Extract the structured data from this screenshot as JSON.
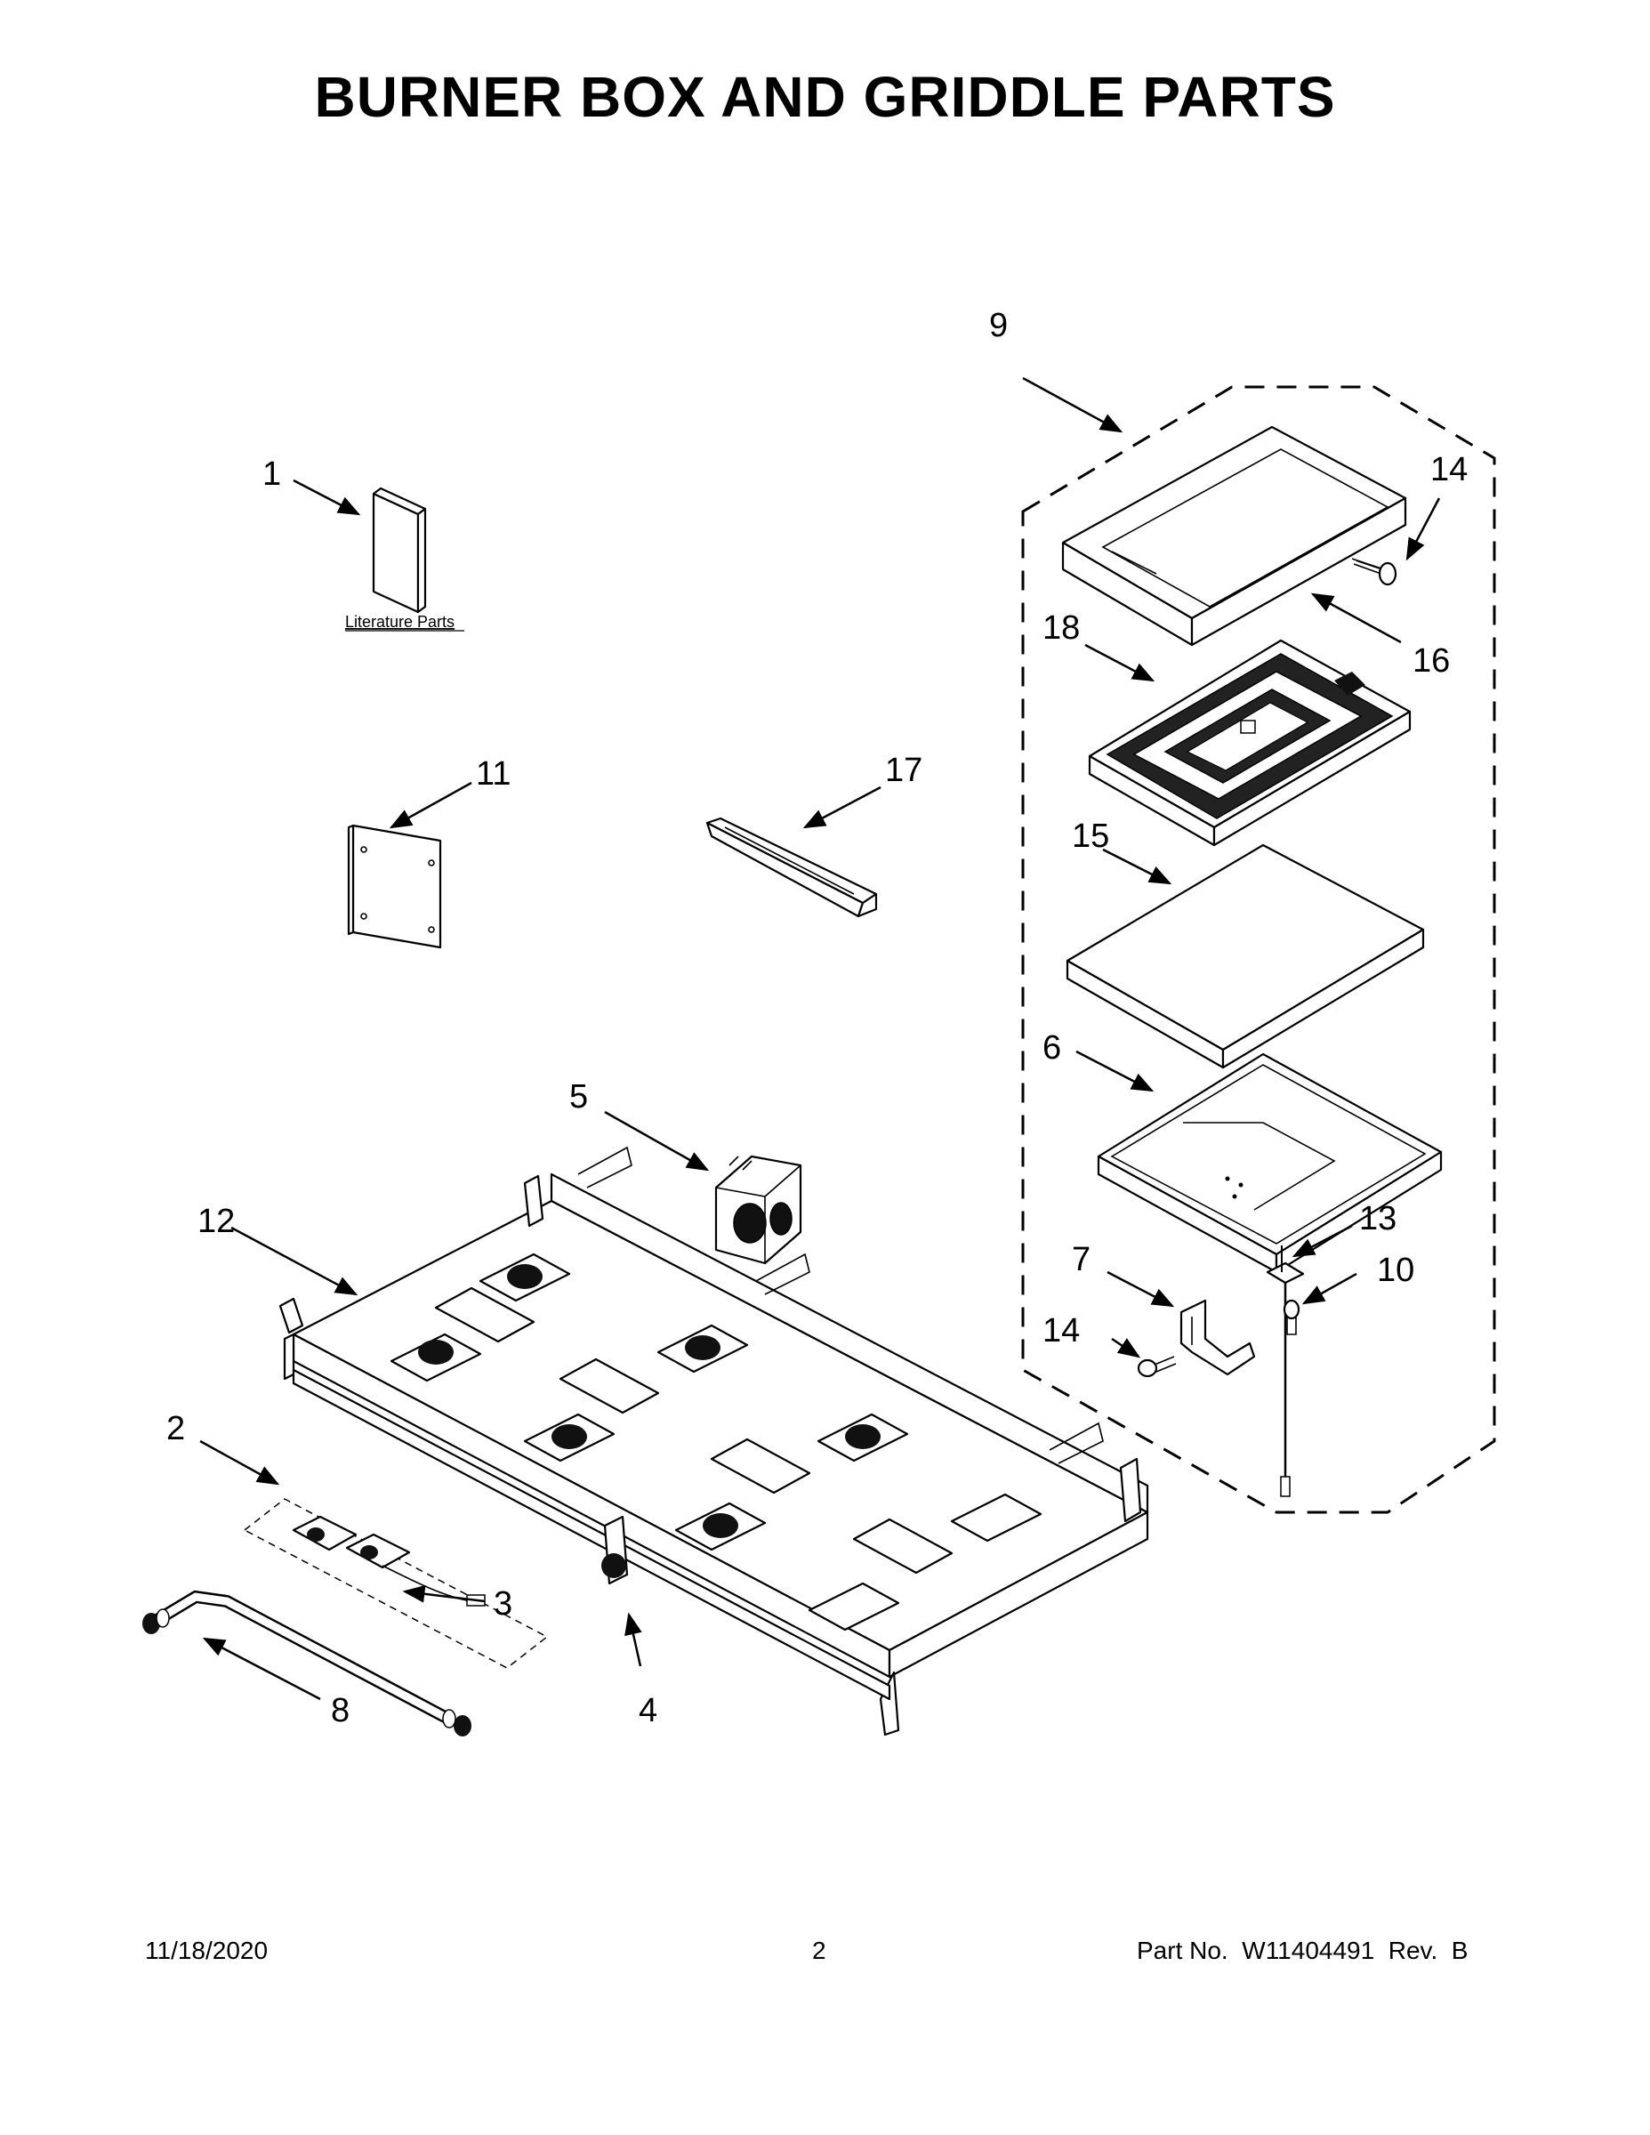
{
  "title": "BURNER BOX AND GRIDDLE PARTS",
  "literature_label": "Literature Parts",
  "callouts": {
    "c1": "1",
    "c2": "2",
    "c3": "3",
    "c4": "4",
    "c5": "5",
    "c6": "6",
    "c7": "7",
    "c8": "8",
    "c9": "9",
    "c10": "10",
    "c11": "11",
    "c12": "12",
    "c13": "13",
    "c14a": "14",
    "c14b": "14",
    "c15": "15",
    "c16": "16",
    "c17": "17",
    "c18": "18"
  },
  "footer": {
    "date": "11/18/2020",
    "page": "2",
    "part_no": "Part No.  W11404491  Rev.  B"
  }
}
